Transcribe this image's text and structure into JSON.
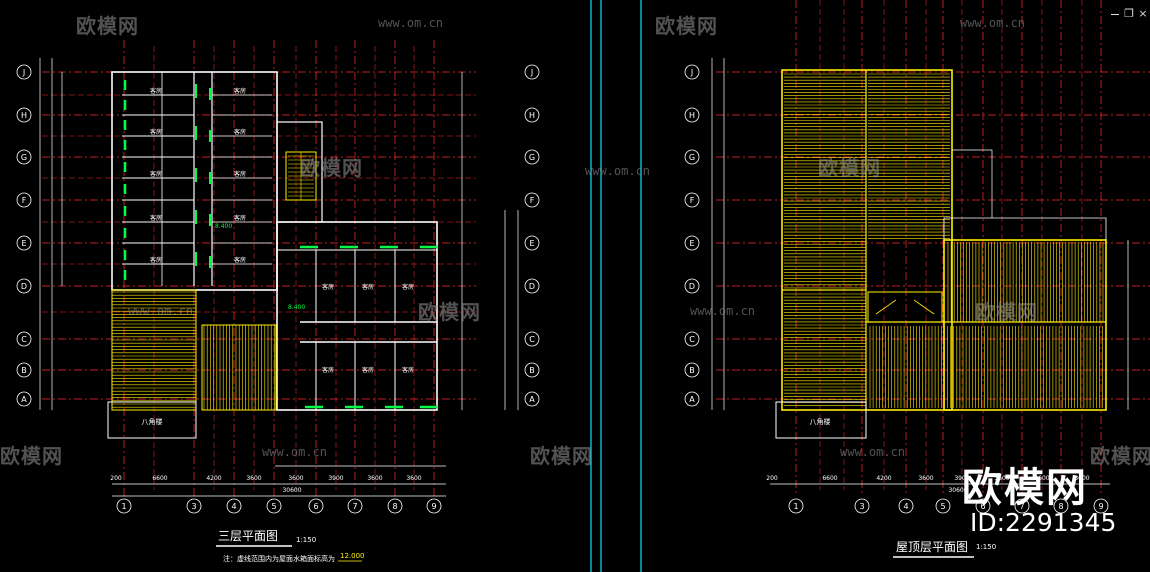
{
  "watermark": {
    "brand": "欧模网",
    "url": "www.om.cn"
  },
  "window_controls": {
    "restore": "❐",
    "close": "×"
  },
  "left_plan": {
    "title": "三层平面图",
    "scale": "1:150",
    "note": "注：虚线范围内为屋面水箱面标高为",
    "note_value": "12.000",
    "row_axes": [
      "J",
      "H",
      "G",
      "F",
      "E",
      "D",
      "C",
      "B",
      "A"
    ],
    "col_axes": [
      "1",
      "3",
      "4",
      "5",
      "6",
      "7",
      "8",
      "9"
    ],
    "bottom_dims": [
      "200",
      "6600",
      "4200",
      "3600",
      "3600",
      "3900",
      "3600",
      "3600"
    ],
    "total_dim": "30600",
    "room_label": "客房",
    "stair_label": "八角楼",
    "elev_1": "8.400",
    "elev_2": "8.400"
  },
  "right_plan": {
    "title": "屋顶层平面图",
    "scale": "1:150",
    "row_axes": [
      "J",
      "H",
      "G",
      "F",
      "E",
      "D",
      "C",
      "B",
      "A"
    ],
    "col_axes": [
      "1",
      "3",
      "4",
      "5",
      "6",
      "7",
      "8",
      "9"
    ],
    "bottom_dims": [
      "200",
      "6600",
      "4200",
      "3600",
      "3900",
      "3600",
      "3600",
      "3000"
    ],
    "total_dim": "30600",
    "stair_label": "八角楼"
  },
  "id_badge": {
    "brand": "欧模网",
    "id": "ID:2291345"
  },
  "colors": {
    "background": "#000000",
    "grid": "#ff2a2a",
    "wall": "#ffffff",
    "window": "#00ff44",
    "roof": "#ffee00",
    "divider": "#00e5ff",
    "text": "#ffffff"
  }
}
